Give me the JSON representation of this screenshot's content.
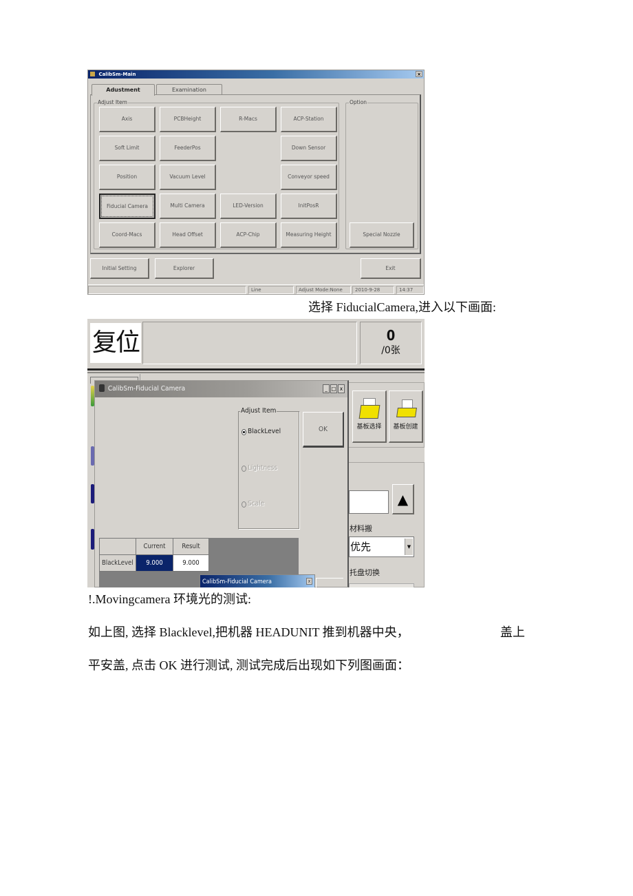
{
  "main_window": {
    "title": "CalibSm-Main",
    "close_label": "×",
    "tabs": [
      {
        "label": "Adustment",
        "active": true
      },
      {
        "label": "Examination",
        "active": false
      }
    ],
    "adjust_group_label": "Adjust Item",
    "option_group_label": "Option",
    "adjust_buttons": [
      {
        "label": "Axis"
      },
      {
        "label": "PCBHeight"
      },
      {
        "label": "R-Macs"
      },
      {
        "label": "ACP-Station"
      },
      {
        "label": "Soft Limit"
      },
      {
        "label": "FeederPos"
      },
      {
        "label": "Down Sensor"
      },
      {
        "label": "Position"
      },
      {
        "label": "Vacuum Level"
      },
      {
        "label": "Conveyor speed"
      },
      {
        "label": "Fiducial Camera"
      },
      {
        "label": "Multi Camera"
      },
      {
        "label": "LED-Version"
      },
      {
        "label": "InitPosR"
      },
      {
        "label": "Coord-Macs"
      },
      {
        "label": "Head Offset"
      },
      {
        "label": "ACP-Chip"
      },
      {
        "label": "Measuring Height"
      }
    ],
    "option_buttons": [
      {
        "label": "Special Nozzle"
      }
    ],
    "bottom_buttons": {
      "initial_setting": "Initial Setting",
      "explorer": "Explorer",
      "exit": "Exit"
    },
    "statusbar": {
      "line": "Line",
      "mode": "Adjust Mode:None",
      "date": "2010-9-28",
      "time": "14:37"
    }
  },
  "caption_1": "选择 FiducialCamera,进入以下画面:",
  "second_screen": {
    "status_label": "复位",
    "count_main": "0",
    "count_sub": "/0张",
    "right_panel": {
      "folder_buttons": [
        {
          "label": "基板选择"
        },
        {
          "label": "基板创建"
        }
      ],
      "up_arrow": "▲",
      "label_1": "材料搬",
      "select_value": "优先",
      "select_arrow": "▼",
      "label_2": "托盘切换"
    },
    "fiducial_dialog": {
      "title": "CalibSm-Fiducial Camera",
      "minimize": "_",
      "maximize": "□",
      "close": "x",
      "adjust_group_label": "Adjust Item",
      "radios": [
        {
          "label": "BlackLevel",
          "checked": true,
          "enabled": true
        },
        {
          "label": "Lightness",
          "checked": false,
          "enabled": false
        },
        {
          "label": "Scale",
          "checked": false,
          "enabled": false
        }
      ],
      "ok_label": "OK",
      "grid": {
        "columns": [
          "",
          "Current",
          "Result"
        ],
        "rows": [
          {
            "name": "BlackLevel",
            "current": "9.000",
            "result": "9.000"
          }
        ]
      }
    },
    "sub_dialog": {
      "title": "CalibSm-Fiducial Camera",
      "close": "x"
    }
  },
  "caption_2": "!.Movingcamera 环境光的测试:",
  "paragraph_line_1a": "如上图, 选择 Blacklevel,把机器 HEADUNIT 推到机器中央，",
  "paragraph_line_1b": "盖上",
  "paragraph_line_2": "平安盖, 点击 OK 进行测试, 测试完成后出现如下列图画面："
}
